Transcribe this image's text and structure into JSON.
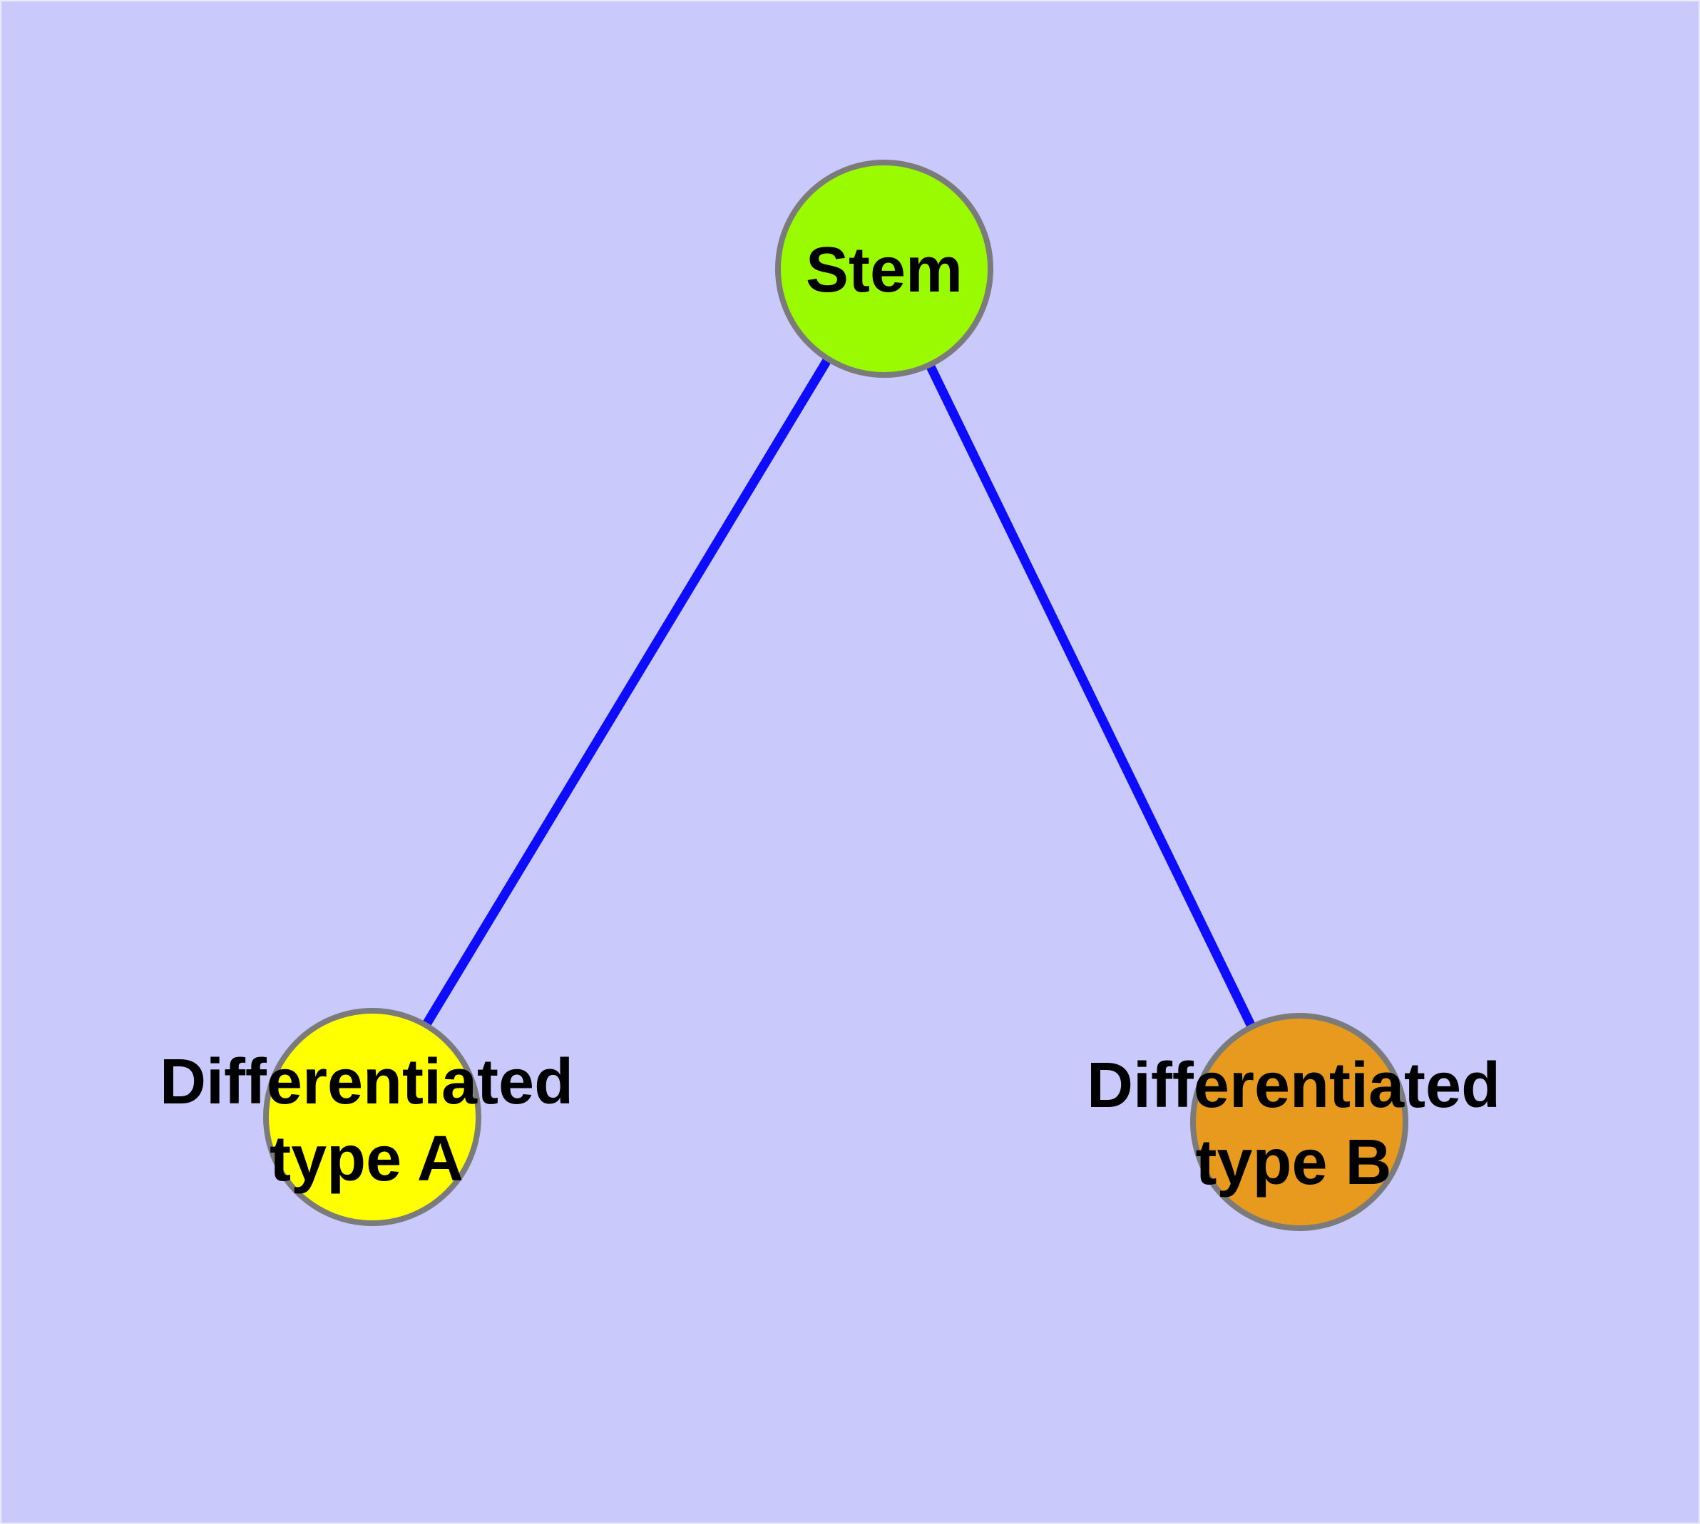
{
  "diagram": {
    "type": "node-link-graph",
    "description": "Stem cell differentiation graph: one stem node linked to two differentiated cell-type nodes",
    "nodes": [
      {
        "id": "stem",
        "label": "Stem",
        "shape": "circle",
        "fill": "#9AFB00"
      },
      {
        "id": "type-a",
        "label": "Differentiated\ntype A",
        "shape": "circle",
        "fill": "#FFFF00"
      },
      {
        "id": "type-b",
        "label": "Differentiated\ntype B",
        "shape": "circle",
        "fill": "#E79A1D"
      }
    ],
    "edges": [
      {
        "from": "Stem",
        "to": "Differentiated type A"
      },
      {
        "from": "Stem",
        "to": "Differentiated type B"
      }
    ]
  },
  "colors": {
    "background": "#C9C9FB",
    "edge": "#0D0DFB",
    "node_border": "#7B7B7B",
    "node_stem": "#9AFB00",
    "node_type_a": "#FFFF00",
    "node_type_b": "#E79A1D",
    "label_text": "#000000"
  }
}
